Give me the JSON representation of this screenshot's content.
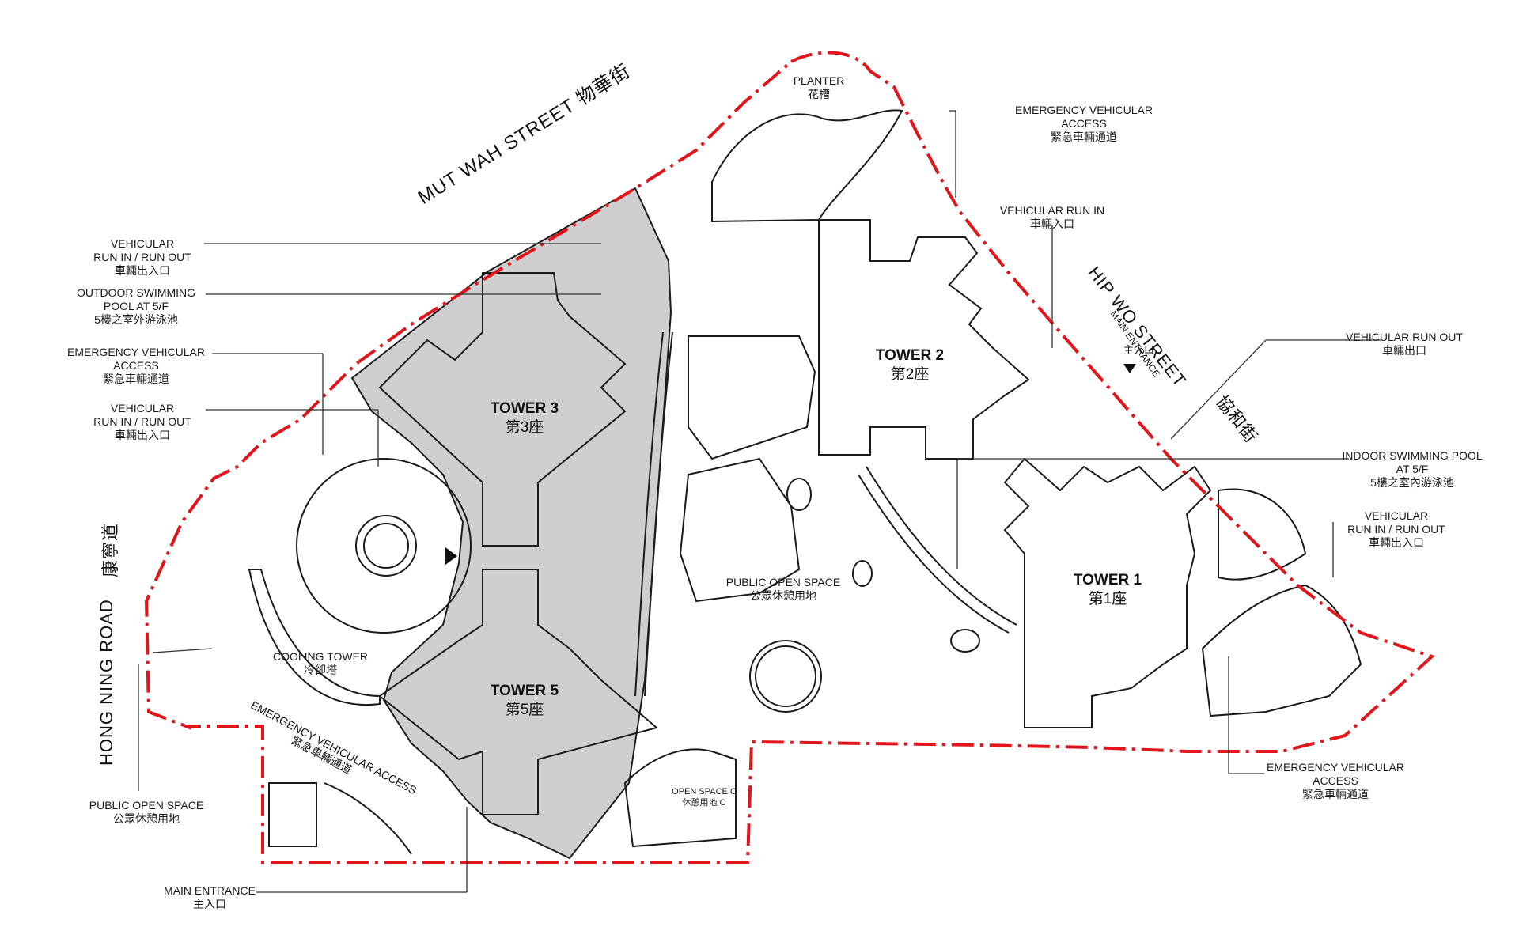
{
  "colors": {
    "boundary": "#e0161c",
    "tower_fill": "#cfcfd1",
    "line": "#1a1a1a",
    "callout": "#333333"
  },
  "streets": {
    "mut_wah": "MUT WAH STREET  物華街",
    "hip_wo": "HIP WO STREET",
    "hip_wo_zh": "協和街",
    "hong_ning": "HONG NING ROAD",
    "hong_ning_zh": "康寧道",
    "eva_road": "EMERGENCY VEHICULAR ACCESS",
    "eva_road_zh": "緊急車輛通道",
    "main_entrance_rot": "MAIN ENTRANCE",
    "main_entrance_rot_zh": "主入口"
  },
  "towers": {
    "t1": {
      "en": "TOWER 1",
      "zh": "第1座"
    },
    "t2": {
      "en": "TOWER 2",
      "zh": "第2座"
    },
    "t3": {
      "en": "TOWER 3",
      "zh": "第3座"
    },
    "t5": {
      "en": "TOWER 5",
      "zh": "第5座"
    }
  },
  "labels": {
    "planter": {
      "en": "PLANTER",
      "zh": "花槽"
    },
    "eva_top": {
      "l1": "EMERGENCY VEHICULAR",
      "l2": "ACCESS",
      "zh": "緊急車輛通道"
    },
    "vri_top": {
      "en": "VEHICULAR RUN IN",
      "zh": "車輛入口"
    },
    "vro_right": {
      "en": "VEHICULAR RUN OUT",
      "zh": "車輛出口"
    },
    "indoor_pool": {
      "l1": "INDOOR SWIMMING POOL",
      "l2": "AT 5/F",
      "zh": "5樓之室內游泳池"
    },
    "vrio_right": {
      "l1": "VEHICULAR",
      "l2": "RUN IN / RUN OUT",
      "zh": "車輛出入口"
    },
    "eva_bottom_right": {
      "l1": "EMERGENCY VEHICULAR",
      "l2": "ACCESS",
      "zh": "緊急車輛通道"
    },
    "vrio_left1": {
      "l1": "VEHICULAR",
      "l2": "RUN IN / RUN OUT",
      "zh": "車輛出入口"
    },
    "outdoor_pool": {
      "l1": "OUTDOOR SWIMMING",
      "l2": "POOL AT 5/F",
      "zh": "5樓之室外游泳池"
    },
    "eva_left": {
      "l1": "EMERGENCY VEHICULAR",
      "l2": "ACCESS",
      "zh": "緊急車輛通道"
    },
    "vrio_left2": {
      "l1": "VEHICULAR",
      "l2": "RUN IN / RUN OUT",
      "zh": "車輛出入口"
    },
    "public_left": {
      "en": "PUBLIC OPEN SPACE",
      "zh": "公眾休憩用地"
    },
    "main_entrance": {
      "en": "MAIN ENTRANCE",
      "zh": "主入口"
    },
    "public_center": {
      "en": "PUBLIC OPEN SPACE",
      "zh": "公眾休憩用地"
    },
    "cooling_tower": {
      "en": "COOLING TOWER",
      "zh": "冷卻塔"
    },
    "open_space_c": {
      "en": "OPEN SPACE C",
      "zh": "休憩用地 C"
    }
  }
}
